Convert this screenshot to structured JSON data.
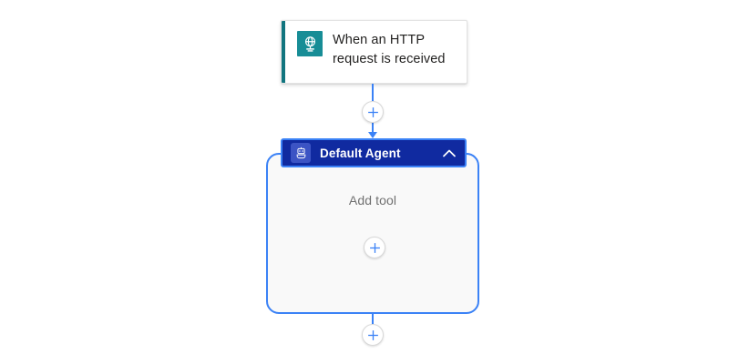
{
  "canvas": {
    "background": "#ffffff",
    "accent_blue": "#3B82F6",
    "agent_header_color": "#102AA0",
    "trigger_accent_color": "#11757F",
    "trigger_icon_bg": "#178D96",
    "muted_text_color": "#707070"
  },
  "trigger": {
    "title": "When an HTTP request is received",
    "icon": "http-request-globe-icon",
    "accent_color": "#11757F"
  },
  "connectors": {
    "top_add_step": {
      "icon": "plus-icon",
      "label": "Insert a new step"
    },
    "bottom_add_step": {
      "icon": "plus-icon",
      "label": "Insert a new step"
    }
  },
  "agent": {
    "title": "Default Agent",
    "icon": "agent-bot-icon",
    "collapse_icon": "chevron-up-icon",
    "body": {
      "add_tool_label": "Add tool",
      "add_tool_icon": "plus-icon"
    }
  }
}
